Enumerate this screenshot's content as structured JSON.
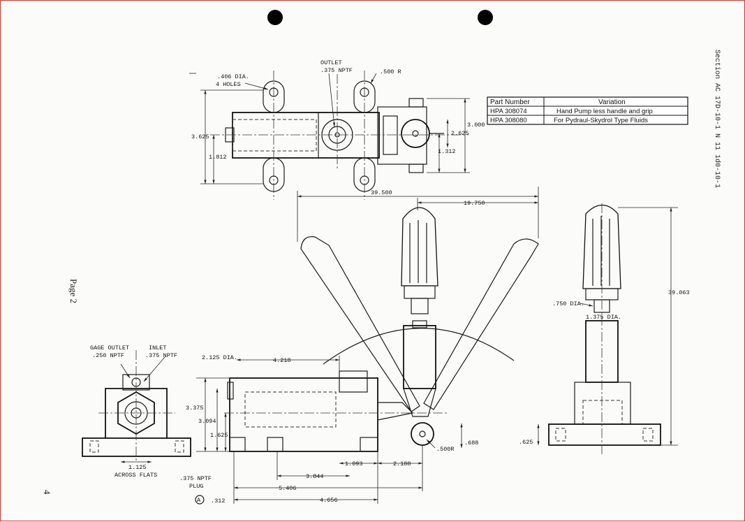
{
  "title_block": {
    "header_part": "Part Number",
    "header_variation": "Variation",
    "rows": [
      {
        "part": "HPA 308074",
        "variation": "Hand Pump less handle and grip"
      },
      {
        "part": "HPA 308080",
        "variation": "For Pydraul-Skydrol Type Fluids"
      }
    ]
  },
  "side_margin_text": "Section AC 17D-10-1 N 11 1d0-10-1",
  "page_label": "Page 2",
  "corner_mark": "4",
  "top_view": {
    "holes_dia": ".406 DIA.",
    "holes_count": "4 HOLES",
    "outlet": "OUTLET",
    "outlet_thread": ".375 NPTF",
    "radius": ".500 R",
    "height_total": "3.625",
    "height_half": "1.812",
    "width_total": "3.000",
    "dim_2625": "2.625",
    "dim_1312": "1.312"
  },
  "handle_view": {
    "swing_total": "39.500",
    "swing_half": "19.750"
  },
  "end_view": {
    "gage_outlet": "GAGE OUTLET",
    "gage_thread": ".250 NPTF",
    "inlet": "INLET",
    "inlet_thread": ".375 NPTF",
    "hex": "1.125",
    "hex_note": "ACROSS FLATS"
  },
  "side_view": {
    "dia": "2.125 DIA.",
    "dim_4218": "4.218",
    "dim_3375": "3.375",
    "dim_3094": "3.094",
    "dim_1625": "1.625",
    "dim_3844": "3.844",
    "dim_1093": "1.093",
    "dim_2188": "2.188",
    "dim_5406": "5.406",
    "dim_4656": "4.656",
    "dim_312": ".312",
    "plug": ".375 NPTF",
    "plug_note": "PLUG",
    "radius": ".500R",
    "dim_688": ".688",
    "ref_mark": "A"
  },
  "right_view": {
    "grip_dia": ".750 DIA.",
    "pin_dia": "1.375 DIA.",
    "height": "39.063",
    "base": ".625"
  }
}
